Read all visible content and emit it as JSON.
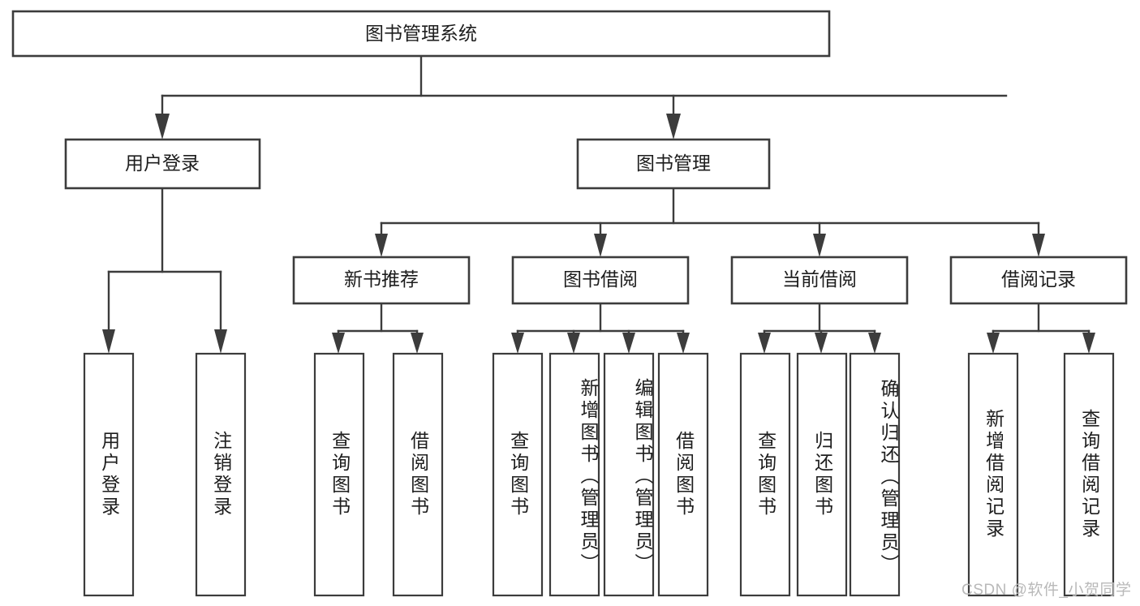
{
  "diagram": {
    "type": "tree-hierarchy",
    "title": "图书管理系统",
    "watermark": "CSDN @软件_小贺同学",
    "colors": {
      "background": "#ffffff",
      "stroke": "#3c3c3c",
      "text": "#1d1d1d",
      "watermark": "#b9b9b9"
    },
    "levels": {
      "root": {
        "label": "图书管理系统"
      },
      "level2": [
        {
          "label": "用户登录"
        },
        {
          "label": "图书管理"
        }
      ],
      "level3": [
        {
          "label": "新书推荐"
        },
        {
          "label": "图书借阅"
        },
        {
          "label": "当前借阅"
        },
        {
          "label": "借阅记录"
        }
      ],
      "leaves": {
        "user_login": [
          {
            "label": "用户登录"
          },
          {
            "label": "注销登录"
          }
        ],
        "new_book_recommend": [
          {
            "label": "查询图书"
          },
          {
            "label": "借阅图书"
          }
        ],
        "book_borrow": [
          {
            "label": "查询图书"
          },
          {
            "label": "新增图书（管理员）"
          },
          {
            "label": "编辑图书（管理员）"
          },
          {
            "label": "借阅图书"
          }
        ],
        "current_borrow": [
          {
            "label": "查询图书"
          },
          {
            "label": "归还图书"
          },
          {
            "label": "确认归还（管理员）"
          }
        ],
        "borrow_record": [
          {
            "label": "新增借阅记录"
          },
          {
            "label": "查询借阅记录"
          }
        ]
      }
    }
  }
}
